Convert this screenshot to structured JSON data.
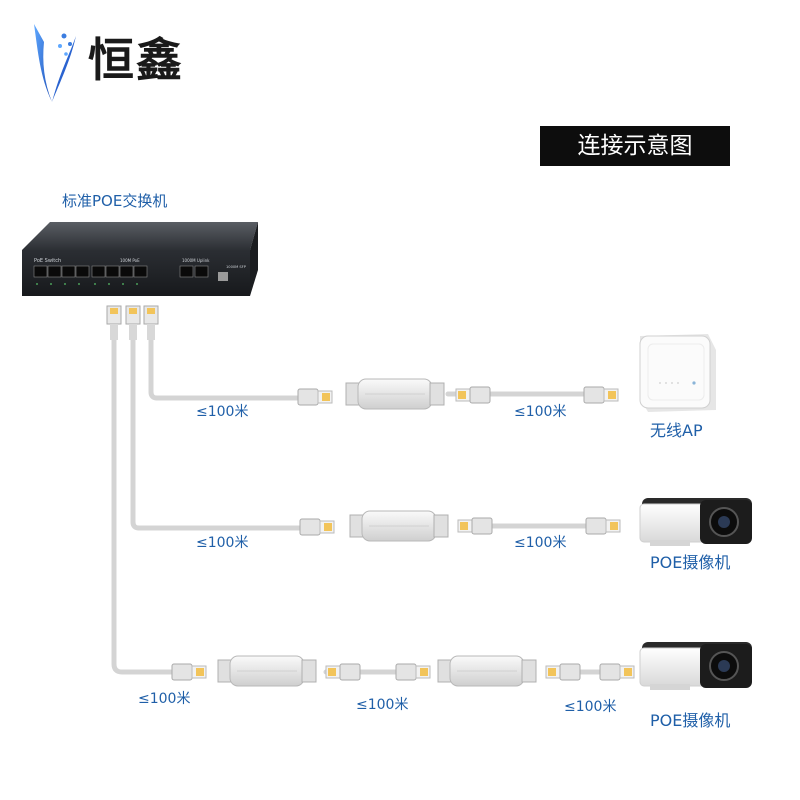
{
  "brand": {
    "name": "恒鑫"
  },
  "title": "连接示意图",
  "switch": {
    "caption": "标准POE交换机",
    "panel_label": "PoE Switch",
    "poe_label": "100M PoE",
    "uplink_label": "1000M Uplink",
    "sfp_label": "1000M SFP"
  },
  "devices": [
    {
      "label": "无线AP",
      "icon": "wireless-ap-icon"
    },
    {
      "label": "POE摄像机",
      "icon": "bullet-camera-icon"
    },
    {
      "label": "POE摄像机",
      "icon": "bullet-camera-icon"
    }
  ],
  "distances": {
    "row1": [
      "≤100米",
      "≤100米"
    ],
    "row2": [
      "≤100米",
      "≤100米"
    ],
    "row3": [
      "≤100米",
      "≤100米",
      "≤100米"
    ]
  },
  "colors": {
    "label_blue": "#1f5fa8",
    "cable": "#d8d8d8",
    "switch_body": "#3a3d42",
    "title_bg": "#0d0d0d"
  }
}
